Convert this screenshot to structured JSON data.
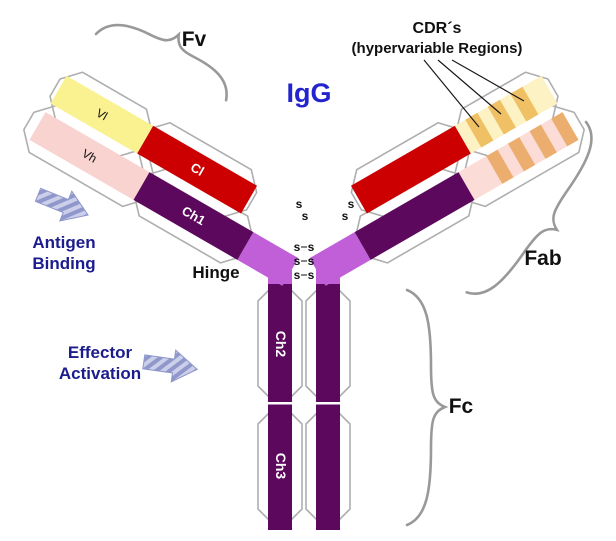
{
  "diagram": {
    "title_label": "IgG",
    "cdr_label_line1": "CDR´s",
    "cdr_label_line2": "(hypervariable Regions)",
    "region_labels": {
      "fv": "Fv",
      "fab": "Fab",
      "fc": "Fc",
      "hinge": "Hinge"
    },
    "function_labels": {
      "antigen_line1": "Antigen",
      "antigen_line2": "Binding",
      "effector_line1": "Effector",
      "effector_line2": "Activation"
    },
    "domain_labels": {
      "vl": "Vl",
      "vh": "Vh",
      "cl": "Cl",
      "ch1": "Ch1",
      "ch2": "Ch2",
      "ch3": "Ch3"
    },
    "disulfide": "s"
  },
  "colors": {
    "yellow": "#FAF291",
    "yellow_pale": "#FDF2C4",
    "pink": "#F9D3CF",
    "pink_pale": "#FBDCD6",
    "red": "#CC0000",
    "dark_purple": "#5C085C",
    "hinge_violet": "#C05FD8",
    "stripe_orange": "#F0C164",
    "stripe_orange_pink": "#ECAE6E",
    "navy": "#1C1C8E",
    "igg_blue": "#2424CE",
    "brace_gray": "#999999",
    "outline_gray": "#AEAEAE",
    "arrow_blue": "#8F97CB",
    "arrow_light": "#CBCFEA"
  }
}
